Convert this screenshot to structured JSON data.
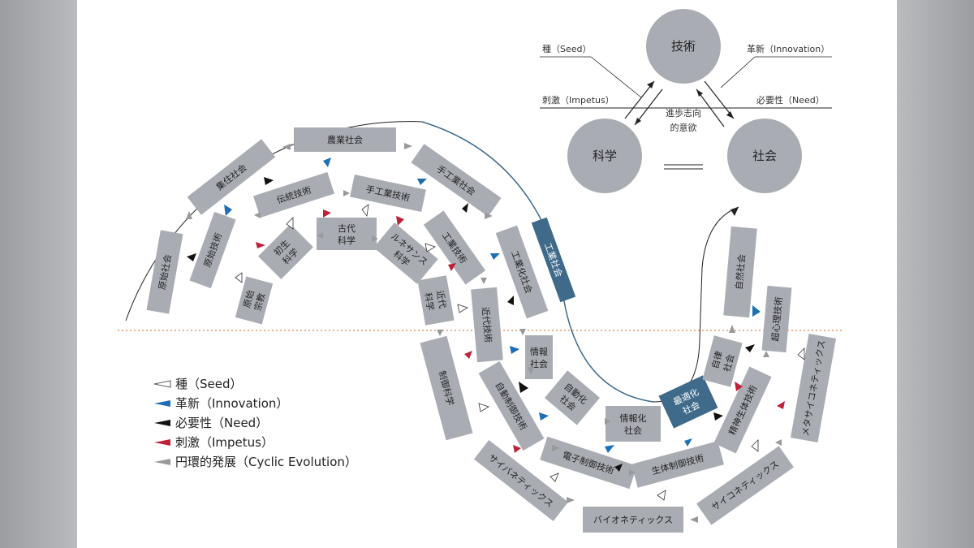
{
  "triad": {
    "gijutsu": "技術",
    "kagaku": "科学",
    "shakai": "社会",
    "center_line1": "進歩志向",
    "center_line2": "的意欲",
    "seed": "種（Seed）",
    "innovation": "革新（Innovation）",
    "impetus": "刺激（Impetus）",
    "need": "必要性（Need）"
  },
  "ring_outer": {
    "genshi_shakai": "原始社会",
    "shuju_shakai": "集住社会",
    "nogyo_shakai": "農業社会",
    "shukogyo_shakai": "手工業社会",
    "kogyo_shakai_band": "工業社会",
    "kogyoka_shakai": "工業化社会",
    "joho_shakai_1": "情報",
    "joho_shakai_2": "社会",
    "jidoka_shakai_1": "自動化",
    "jidoka_shakai_2": "社会",
    "johoka_shakai_1": "情報化",
    "johoka_shakai_2": "社会",
    "saitekika_1": "最適化",
    "saitekika_2": "社会",
    "jiritsu_1": "自律",
    "jiritsu_2": "社会",
    "shizen_shakai": "自然社会"
  },
  "ring_mid": {
    "genshi_gijutsu": "原始技術",
    "dento_gijutsu": "伝統技術",
    "shukogyo_gijutsu": "手工業技術",
    "kogyo_gijutsu": "工業技術",
    "kindai_gijutsu": "近代技術",
    "jido_seigyo": "自動制御技術",
    "denshi_seigyo": "電子制御技術",
    "seitai_seigyo": "生体制御技術",
    "seishin_seitai": "精神生体技術",
    "chokokoro": "超心理技術"
  },
  "ring_inner": {
    "genshi_shukyo_1": "原始",
    "genshi_shukyo_2": "宗教",
    "shosei_1": "初生",
    "shosei_2": "科学",
    "kodai_1": "古代",
    "kodai_2": "科学",
    "renaissance_1": "ルネサンス",
    "renaissance_2": "科学",
    "kindai_kagaku_1": "近代",
    "kindai_kagaku_2": "科学",
    "seigyo_kagaku": "制御科学",
    "cybernetics": "サイバネティックス",
    "bionetics": "バイオネティックス",
    "psychonetics": "サイコネティックス",
    "meta_psycho": "メタサイコネティックス"
  },
  "legend": {
    "seed": "種（Seed）",
    "innovation": "革新（Innovation）",
    "need": "必要性（Need）",
    "impetus": "刺激（Impetus）",
    "cyclic": "円環的発展（Cyclic Evolution）"
  },
  "colors": {
    "box": "#a9adb3",
    "accent_box": "#3f6a8a",
    "innovation": "#1c6fb5",
    "need": "#111111",
    "impetus": "#c0203a",
    "cyclic": "#999999",
    "dotted_line": "#e39a6a"
  }
}
